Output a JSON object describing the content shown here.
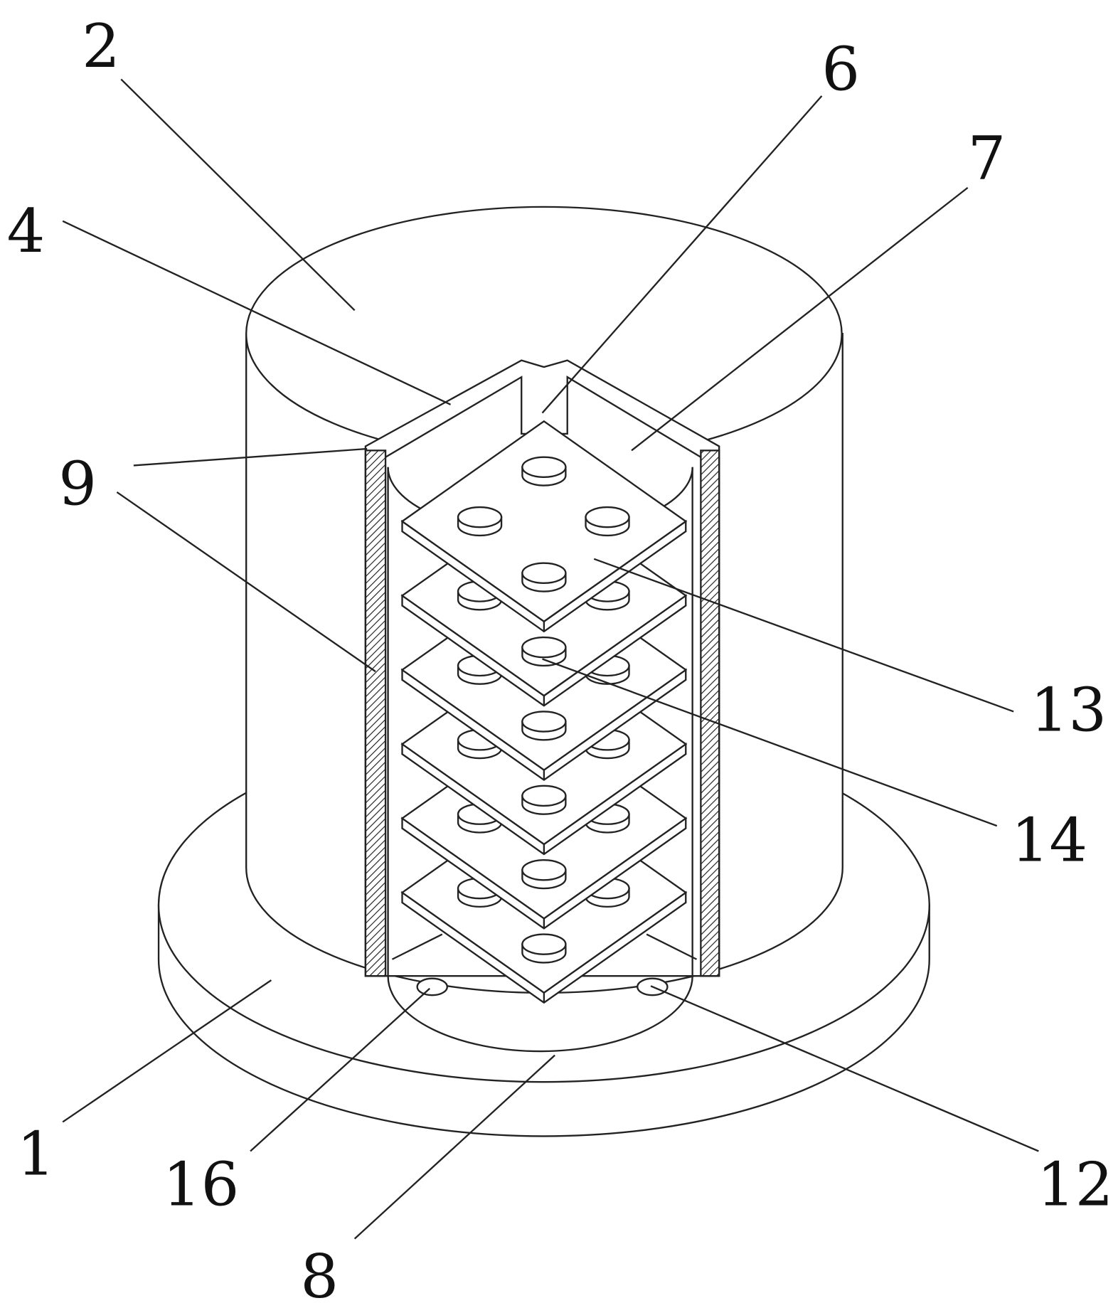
{
  "figure": {
    "type": "patent perspective drawing",
    "plate_count": 6,
    "labels": [
      {
        "id": "2",
        "text": "2"
      },
      {
        "id": "6",
        "text": "6"
      },
      {
        "id": "7",
        "text": "7"
      },
      {
        "id": "4",
        "text": "4"
      },
      {
        "id": "9",
        "text": "9"
      },
      {
        "id": "13",
        "text": "13"
      },
      {
        "id": "14",
        "text": "14"
      },
      {
        "id": "1",
        "text": "1"
      },
      {
        "id": "16",
        "text": "16"
      },
      {
        "id": "8",
        "text": "8"
      },
      {
        "id": "12",
        "text": "12"
      }
    ]
  }
}
